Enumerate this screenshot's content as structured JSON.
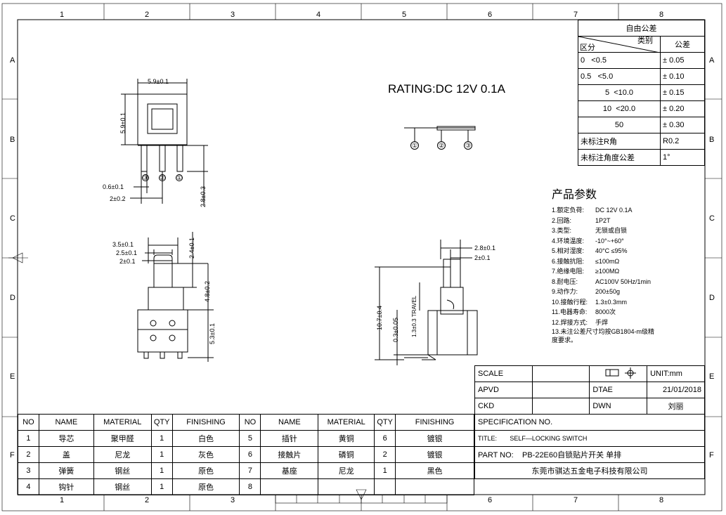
{
  "frame": {
    "col_numbers": [
      "1",
      "2",
      "3",
      "4",
      "5",
      "6",
      "7",
      "8"
    ],
    "row_letters": [
      "A",
      "B",
      "C",
      "D",
      "E",
      "F"
    ]
  },
  "rating": "RATING:DC  12V  0.1A",
  "tolerance": {
    "title": "自由公差",
    "category_label": "类别",
    "section_label": "区分",
    "tol_label": "公差",
    "rows": [
      {
        "range_a": "0",
        "range_b": "<0.5",
        "tol": "± 0.05"
      },
      {
        "range_a": "0.5",
        "range_b": "<5.0",
        "tol": "± 0.10"
      },
      {
        "range_a": "5",
        "range_b": "<10.0",
        "tol": "± 0.15"
      },
      {
        "range_a": "10",
        "range_b": "<20.0",
        "tol": "± 0.20"
      },
      {
        "range_a": "50",
        "range_b": "",
        "tol": "± 0.30"
      }
    ],
    "r_label": "未标注R角",
    "r_value": "R0.2",
    "angle_label": "未标注角度公差",
    "angle_value": "1°"
  },
  "params": {
    "title": "产品参数",
    "items": [
      {
        "label": "1.额定负荷:",
        "value": "DC  12V  0.1A"
      },
      {
        "label": "2.回路:",
        "value": "1P2T"
      },
      {
        "label": "3.类型:",
        "value": "无锁或自锁"
      },
      {
        "label": "4.环境温度:",
        "value": "-10°~+60°"
      },
      {
        "label": "5.相对湿度:",
        "value": "40°C  ≤95%"
      },
      {
        "label": "6.接触抗阻:",
        "value": "≤100mΩ"
      },
      {
        "label": "7.绝缘电阻:",
        "value": "≥100MΩ"
      },
      {
        "label": "8.耐电压:",
        "value": "AC100V 50Hz/1min"
      },
      {
        "label": "9.动作力:",
        "value": "200±50g"
      },
      {
        "label": "10.接触行程:",
        "value": "1.3±0.3mm"
      },
      {
        "label": "11.电器寿命:",
        "value": "8000次"
      },
      {
        "label": "12.焊接方式:",
        "value": "手焊"
      }
    ],
    "note": "13.未注公差尺寸均按GB1804-m级精",
    "note2": "度要求。"
  },
  "dims": {
    "top_w": "5.9±0.1",
    "top_h": "5.9±0.1",
    "pin_w": "0.6±0.1",
    "pin_pitch": "2±0.2",
    "pin_len": "2.8±0.3",
    "p1": "①",
    "p2": "②",
    "p3": "③",
    "a35": "3.5±0.1",
    "a25": "2.5±0.1",
    "a2": "2±0.1",
    "a24": "2.4±0.1",
    "a48": "4.8±0.2",
    "a53": "5.3±0.1",
    "s28": "2.8±0.1",
    "s2": "2±0.1",
    "s107": "10.7±0.4",
    "s03": "0.3±0.05",
    "travel": "1.3±0.3 TRAVEL"
  },
  "bom": {
    "headers": [
      "NO",
      "NAME",
      "MATERIAL",
      "QTY",
      "FINISHING",
      "NO",
      "NAME",
      "MATERIAL",
      "QTY",
      "FINISHING"
    ],
    "rows": [
      [
        "1",
        "导芯",
        "聚甲醛",
        "1",
        "白色",
        "5",
        "插针",
        "黄铜",
        "6",
        "镀银"
      ],
      [
        "2",
        "盖",
        "尼龙",
        "1",
        "灰色",
        "6",
        "接触片",
        "磷铜",
        "2",
        "镀银"
      ],
      [
        "3",
        "弹簧",
        "钢丝",
        "1",
        "原色",
        "7",
        "基座",
        "尼龙",
        "1",
        "黑色"
      ],
      [
        "4",
        "钩针",
        "钢丝",
        "1",
        "原色",
        "8",
        "",
        "",
        "",
        ""
      ]
    ]
  },
  "titleblock": {
    "scale": "SCALE",
    "unit": "UNIT:mm",
    "apvd": "APVD",
    "dtae": "DTAE",
    "date": "21/01/2018",
    "ckd": "CKD",
    "dwn": "DWN",
    "dwn_name": "刘丽",
    "spec": "SPECIFICATION NO.",
    "title_label": "TITLE:",
    "title_value": "SELF—LOCKING SWITCH",
    "part_label": "PART NO:",
    "part_value": "PB-22E60自锁贴片开关 单排",
    "company": "东莞市骐达五金电子科技有限公司"
  }
}
